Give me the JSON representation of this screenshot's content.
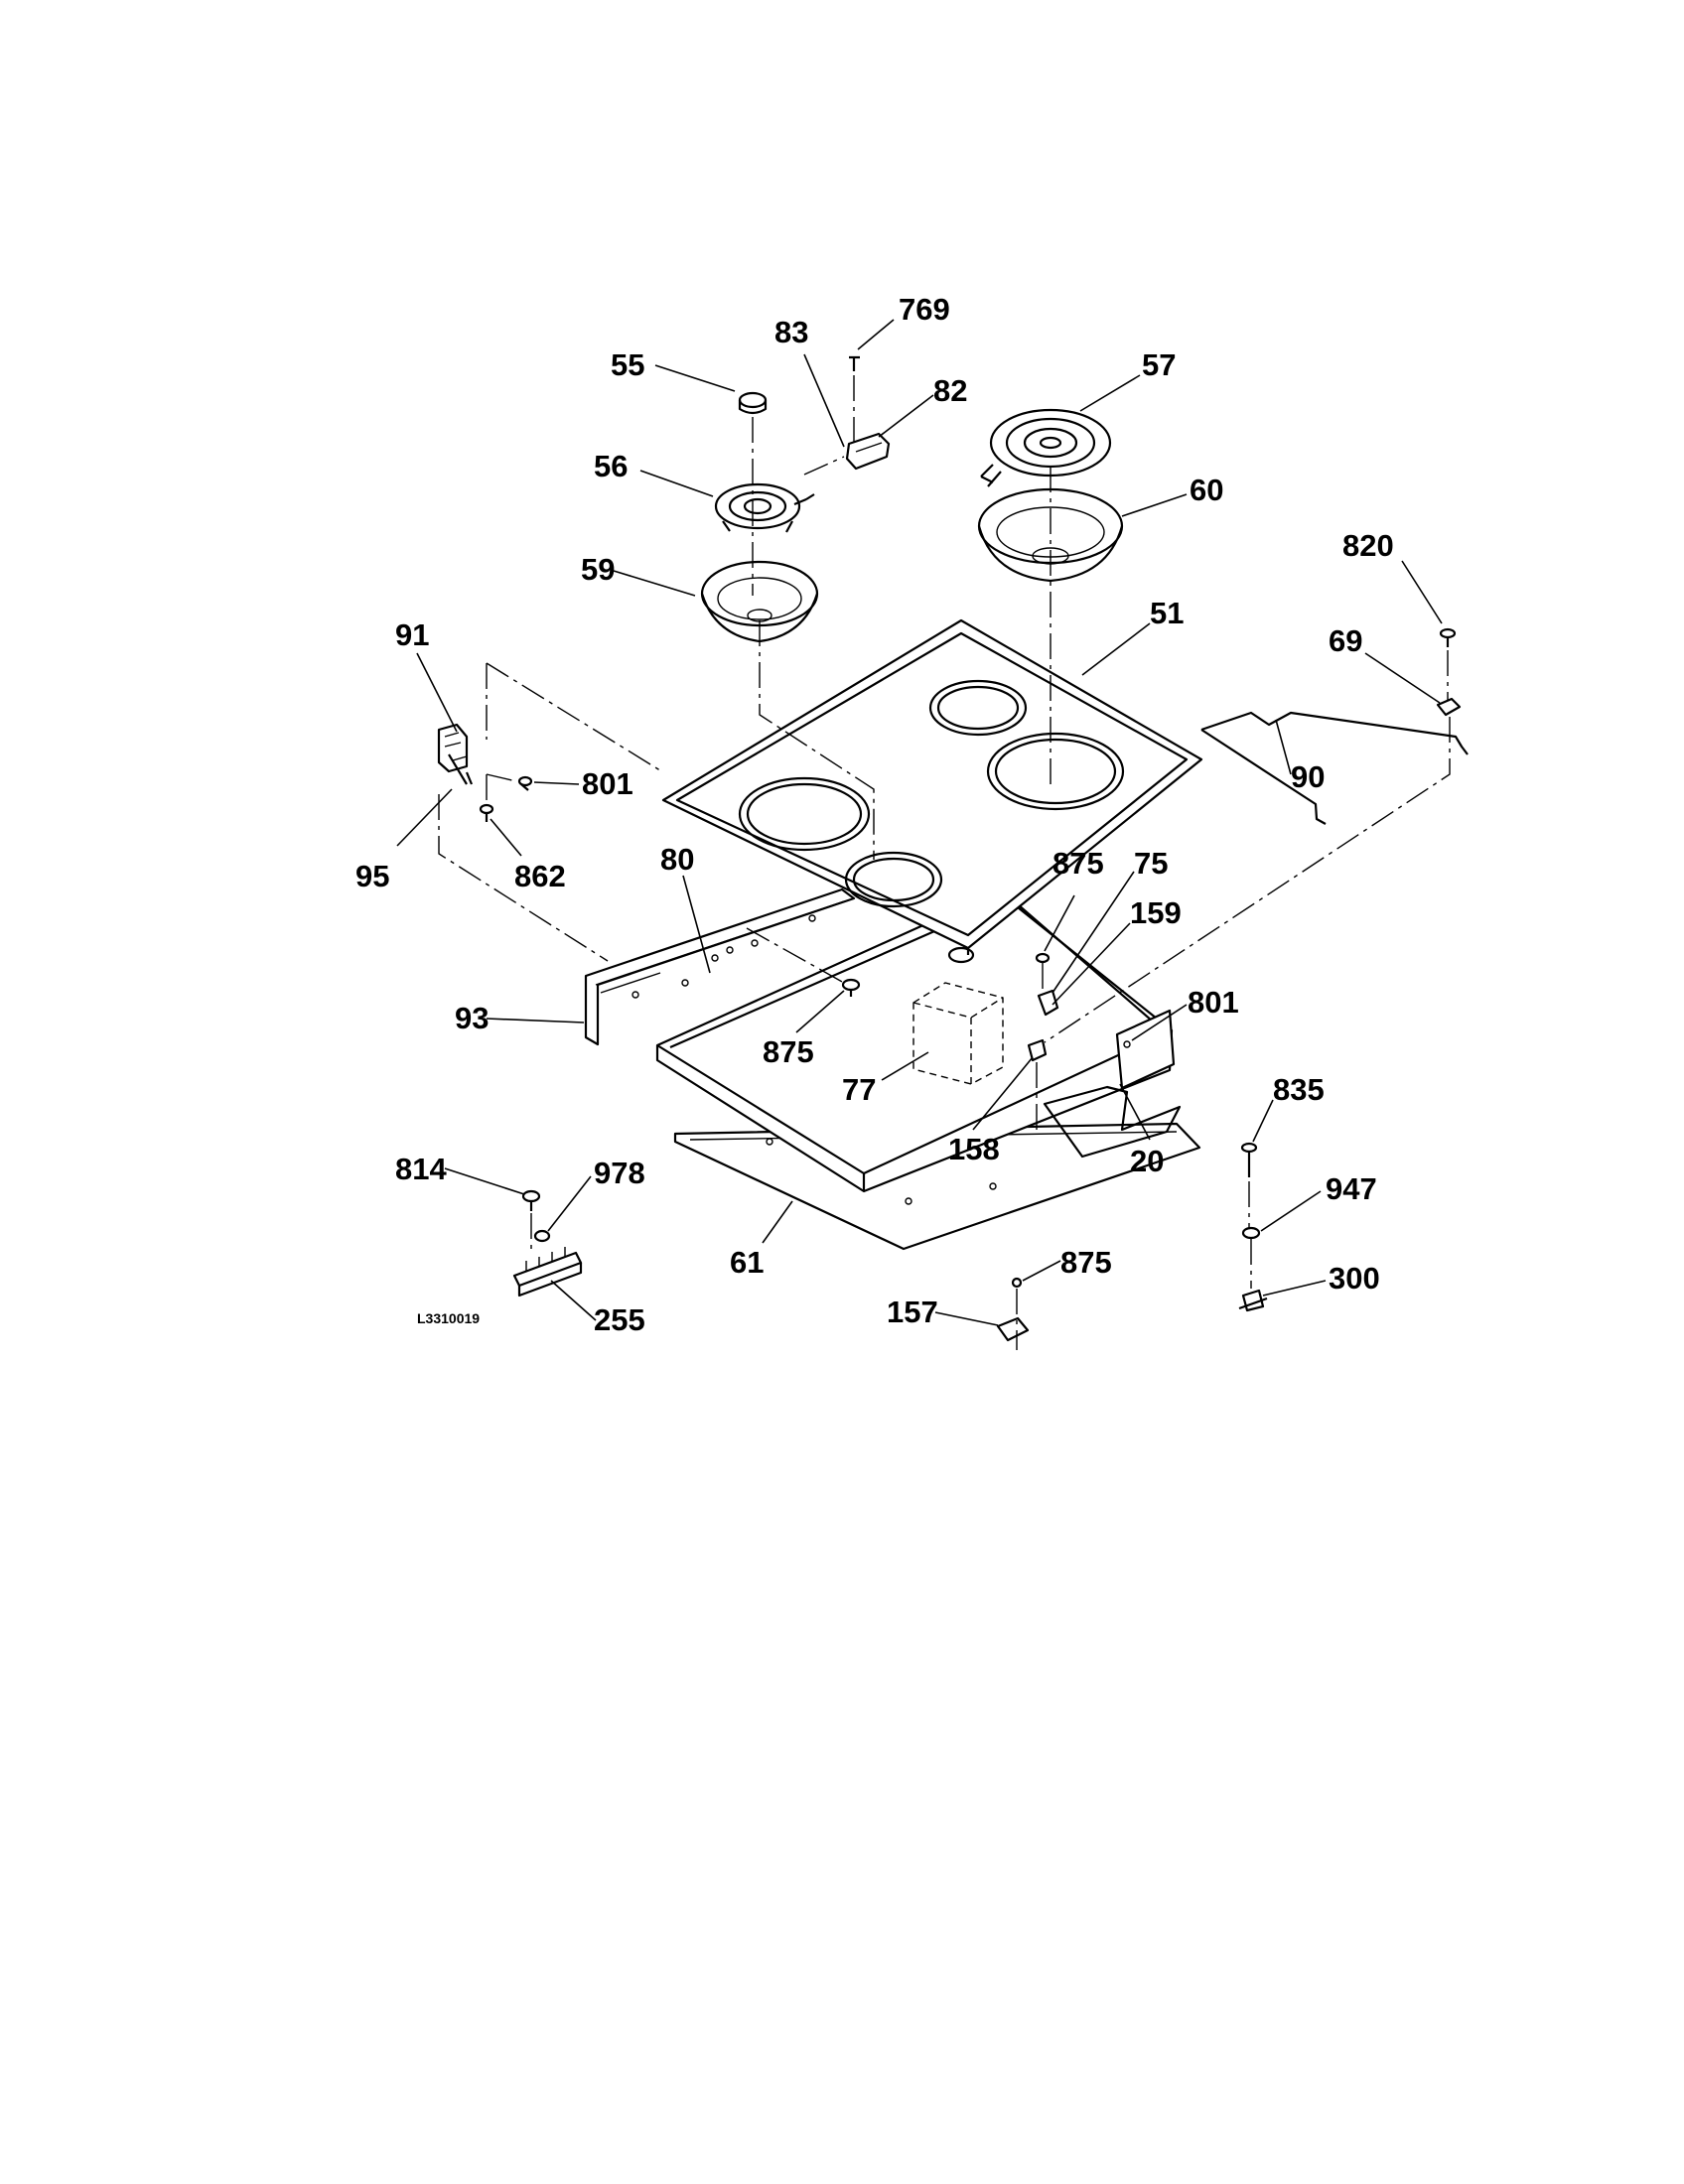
{
  "diagram": {
    "drawing_code": "L3310019",
    "callouts": [
      {
        "id": "c769",
        "label": "769"
      },
      {
        "id": "c83",
        "label": "83"
      },
      {
        "id": "c55",
        "label": "55"
      },
      {
        "id": "c82",
        "label": "82"
      },
      {
        "id": "c57",
        "label": "57"
      },
      {
        "id": "c56",
        "label": "56"
      },
      {
        "id": "c60",
        "label": "60"
      },
      {
        "id": "c59",
        "label": "59"
      },
      {
        "id": "c820",
        "label": "820"
      },
      {
        "id": "c51",
        "label": "51"
      },
      {
        "id": "c91",
        "label": "91"
      },
      {
        "id": "c69",
        "label": "69"
      },
      {
        "id": "c90",
        "label": "90"
      },
      {
        "id": "c801a",
        "label": "801"
      },
      {
        "id": "c95",
        "label": "95"
      },
      {
        "id": "c862",
        "label": "862"
      },
      {
        "id": "c80",
        "label": "80"
      },
      {
        "id": "c875a",
        "label": "875"
      },
      {
        "id": "c75",
        "label": "75"
      },
      {
        "id": "c159",
        "label": "159"
      },
      {
        "id": "c93",
        "label": "93"
      },
      {
        "id": "c801b",
        "label": "801"
      },
      {
        "id": "c875b",
        "label": "875"
      },
      {
        "id": "c77",
        "label": "77"
      },
      {
        "id": "c835",
        "label": "835"
      },
      {
        "id": "c158",
        "label": "158"
      },
      {
        "id": "c20",
        "label": "20"
      },
      {
        "id": "c814",
        "label": "814"
      },
      {
        "id": "c978",
        "label": "978"
      },
      {
        "id": "c947",
        "label": "947"
      },
      {
        "id": "c61",
        "label": "61"
      },
      {
        "id": "c875c",
        "label": "875"
      },
      {
        "id": "c300",
        "label": "300"
      },
      {
        "id": "c157",
        "label": "157"
      },
      {
        "id": "c255",
        "label": "255"
      }
    ]
  }
}
